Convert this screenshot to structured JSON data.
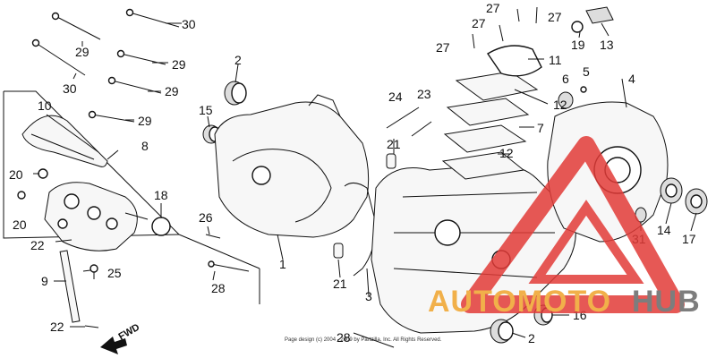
{
  "callouts": {
    "n1": "1",
    "n2a": "2",
    "n2b": "2",
    "n3": "3",
    "n4": "4",
    "n5": "5",
    "n6": "6",
    "n7": "7",
    "n8": "8",
    "n9": "9",
    "n10": "10",
    "n11": "11",
    "n12a": "12",
    "n12b": "12",
    "n13": "13",
    "n14": "14",
    "n15": "15",
    "n16": "16",
    "n17": "17",
    "n18": "18",
    "n19": "19",
    "n20a": "20",
    "n20b": "20",
    "n21a": "21",
    "n21b": "21",
    "n22a": "22",
    "n22b": "22",
    "n23": "23",
    "n24": "24",
    "n25": "25",
    "n26": "26",
    "n27a": "27",
    "n27b": "27",
    "n27c": "27",
    "n27d": "27",
    "n28a": "28",
    "n28b": "28",
    "n29a": "29",
    "n29b": "29",
    "n29c": "29",
    "n29d": "29",
    "n30a": "30",
    "n30b": "30",
    "n31": "31"
  },
  "fwd_label": "FWD",
  "footer_text": "Page design (c) 2004 - 2009 by Partzilla, Inc. All Rights Reserved.",
  "watermark": {
    "word1": "AUTOMOTO",
    "word2": "HUB"
  },
  "colors": {
    "watermark_red": "#e23b37",
    "watermark_orange": "#f1b04a",
    "watermark_gray": "#7d7d7d"
  }
}
